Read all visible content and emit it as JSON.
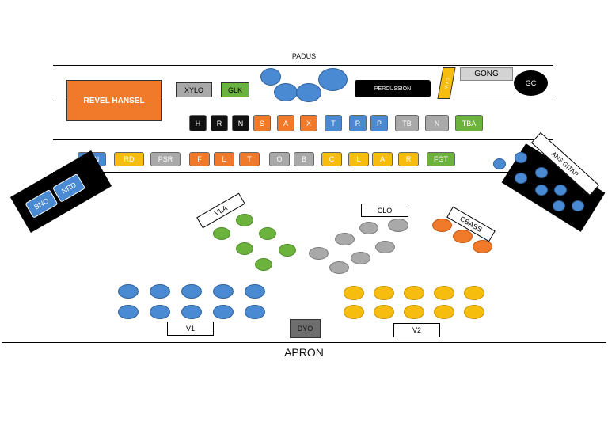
{
  "stage": {
    "top_label": "PADUS",
    "bottom_label": "APRON"
  },
  "riser1": {
    "revel_hansel": "REVEL HANSEL",
    "xylo": "XYLO",
    "glk": "GLK",
    "percussion": "PERCUSSION",
    "cym": "C Y M",
    "gong": "GONG",
    "gc": "GC"
  },
  "riser2": {
    "items": [
      {
        "label": "H",
        "color": "#111111"
      },
      {
        "label": "R",
        "color": "#111111"
      },
      {
        "label": "N",
        "color": "#111111"
      },
      {
        "label": "S",
        "color": "#f07a2a"
      },
      {
        "label": "A",
        "color": "#f07a2a"
      },
      {
        "label": "X",
        "color": "#f07a2a"
      },
      {
        "label": "T",
        "color": "#4a8ad2"
      },
      {
        "label": "R",
        "color": "#4a8ad2"
      },
      {
        "label": "P",
        "color": "#4a8ad2"
      },
      {
        "label": "TB",
        "color": "#a9a9a9"
      },
      {
        "label": "N",
        "color": "#a9a9a9"
      },
      {
        "label": "TBA",
        "color": "#6cb33e"
      }
    ]
  },
  "riser3": {
    "items": [
      {
        "label": "EPN",
        "color": "#4a8ad2"
      },
      {
        "label": "RD",
        "color": "#f6bd0f"
      },
      {
        "label": "PSR",
        "color": "#a9a9a9"
      },
      {
        "label": "F",
        "color": "#f07a2a"
      },
      {
        "label": "L",
        "color": "#f07a2a"
      },
      {
        "label": "T",
        "color": "#f07a2a"
      },
      {
        "label": "O",
        "color": "#a9a9a9"
      },
      {
        "label": "B",
        "color": "#a9a9a9"
      },
      {
        "label": "C",
        "color": "#f6bd0f"
      },
      {
        "label": "L",
        "color": "#f6bd0f"
      },
      {
        "label": "A",
        "color": "#f6bd0f"
      },
      {
        "label": "R",
        "color": "#f6bd0f"
      },
      {
        "label": "FGT",
        "color": "#6cb33e"
      }
    ]
  },
  "left_panel": {
    "bno": "BNO",
    "nrd": "NRD"
  },
  "right_panel": {
    "label": "ANS GITAR"
  },
  "sections": {
    "vla": "VLA",
    "clo": "CLO",
    "cbass": "CBASS",
    "v1": "V1",
    "v2": "V2",
    "dyo": "DYO"
  },
  "colors": {
    "violin1": "#4a8ad2",
    "viola": "#6cb33e",
    "cello": "#a9a9a9",
    "contrabass": "#f07a2a",
    "violin2": "#f6bd0f",
    "revel_hansel": "#f07a2a"
  }
}
